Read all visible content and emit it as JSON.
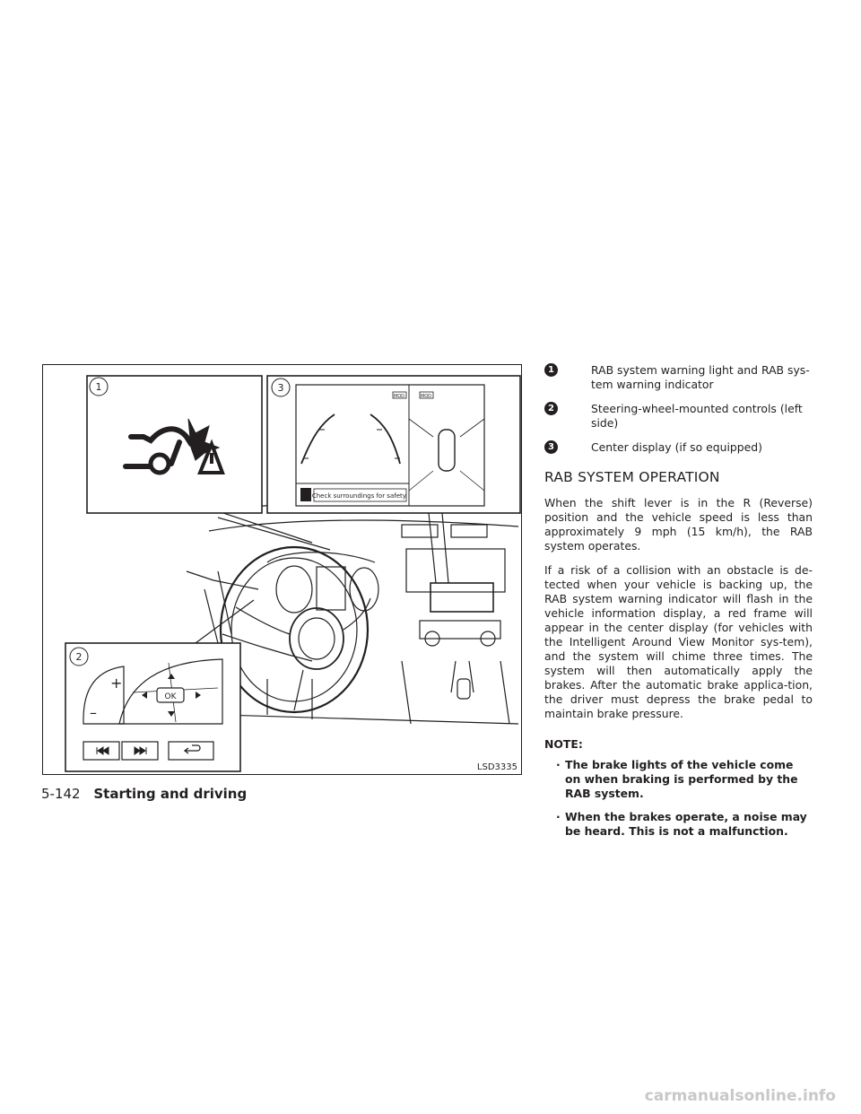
{
  "figure": {
    "code": "LSD3335",
    "callout_1": "1",
    "callout_2": "2",
    "callout_3": "3",
    "screen_message": "Check surroundings for safety.",
    "screen_badge_left": "MOD",
    "screen_badge_right": "MOD",
    "ok_button": "OK",
    "plus": "+",
    "minus": "–"
  },
  "callouts": [
    {
      "num": "1",
      "text": "RAB system warning light and RAB sys-tem warning indicator"
    },
    {
      "num": "2",
      "text": "Steering-wheel-mounted controls (left side)"
    },
    {
      "num": "3",
      "text": "Center display (if so equipped)"
    }
  ],
  "section_heading": "RAB SYSTEM OPERATION",
  "paragraphs": [
    "When the shift lever is in the R (Reverse) position and the vehicle speed is less than approximately 9 mph (15 km/h), the RAB system operates.",
    "If a risk of a collision with an obstacle is de-tected when your vehicle is backing up, the RAB system warning indicator will flash in the vehicle information display, a red frame will appear in the center display (for vehicles with the Intelligent Around View Monitor sys-tem), and the system will chime three times. The system will then automatically apply the brakes. After the automatic brake applica-tion, the driver must depress the brake pedal to maintain brake pressure."
  ],
  "note_label": "NOTE:",
  "notes": [
    "The brake lights of the vehicle come on when braking is performed by the RAB system.",
    "When the brakes operate, a noise may be heard. This is not a malfunction."
  ],
  "footer": {
    "page": "5-142",
    "section": "Starting and driving"
  },
  "watermark": "carmanualsonline.info",
  "colors": {
    "ink": "#231f20",
    "watermark": "#c8c8c8"
  }
}
